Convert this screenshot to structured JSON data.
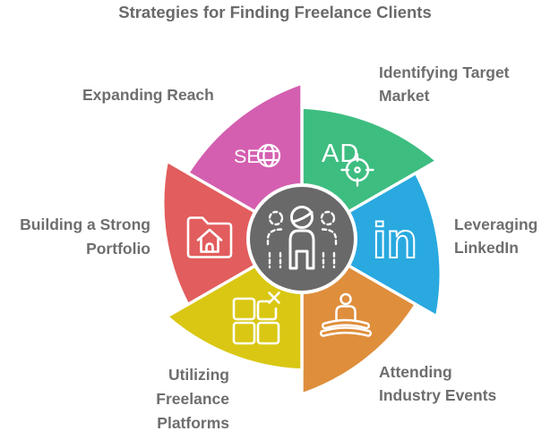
{
  "title": "Strategies for Finding Freelance Clients",
  "colors": {
    "background": "#ffffff",
    "center_circle": "#696969",
    "stroke": "#ffffff",
    "title_text": "#6a6a6a",
    "label_text": "#6e6e6e"
  },
  "center": {
    "icon": "people-group-icon"
  },
  "segments": [
    {
      "name": "identifying-target-market",
      "color": "#3ebd80",
      "icon": "ad-target-icon",
      "icon_text": "AD",
      "label_lines": [
        "Identifying Target",
        "Market"
      ]
    },
    {
      "name": "leveraging-linkedin",
      "color": "#29a9e0",
      "icon": "linkedin-icon",
      "icon_text": "in",
      "label_lines": [
        "Leveraging",
        "LinkedIn"
      ]
    },
    {
      "name": "attending-industry-events",
      "color": "#df8e3c",
      "icon": "speaker-stage-icon",
      "icon_text": "",
      "label_lines": [
        "Attending",
        "Industry Events"
      ]
    },
    {
      "name": "utilizing-freelance-platforms",
      "color": "#d9c713",
      "icon": "app-platforms-icon",
      "icon_text": "",
      "label_lines": [
        "Utilizing",
        "Freelance",
        "Platforms"
      ]
    },
    {
      "name": "building-a-strong-portfolio",
      "color": "#e25d5d",
      "icon": "portfolio-folder-icon",
      "icon_text": "",
      "label_lines": [
        "Building a Strong",
        "Portfolio"
      ]
    },
    {
      "name": "expanding-reach",
      "color": "#d45fb0",
      "icon": "seo-globe-icon",
      "icon_text": "SE",
      "label_lines": [
        "Expanding Reach"
      ]
    }
  ]
}
